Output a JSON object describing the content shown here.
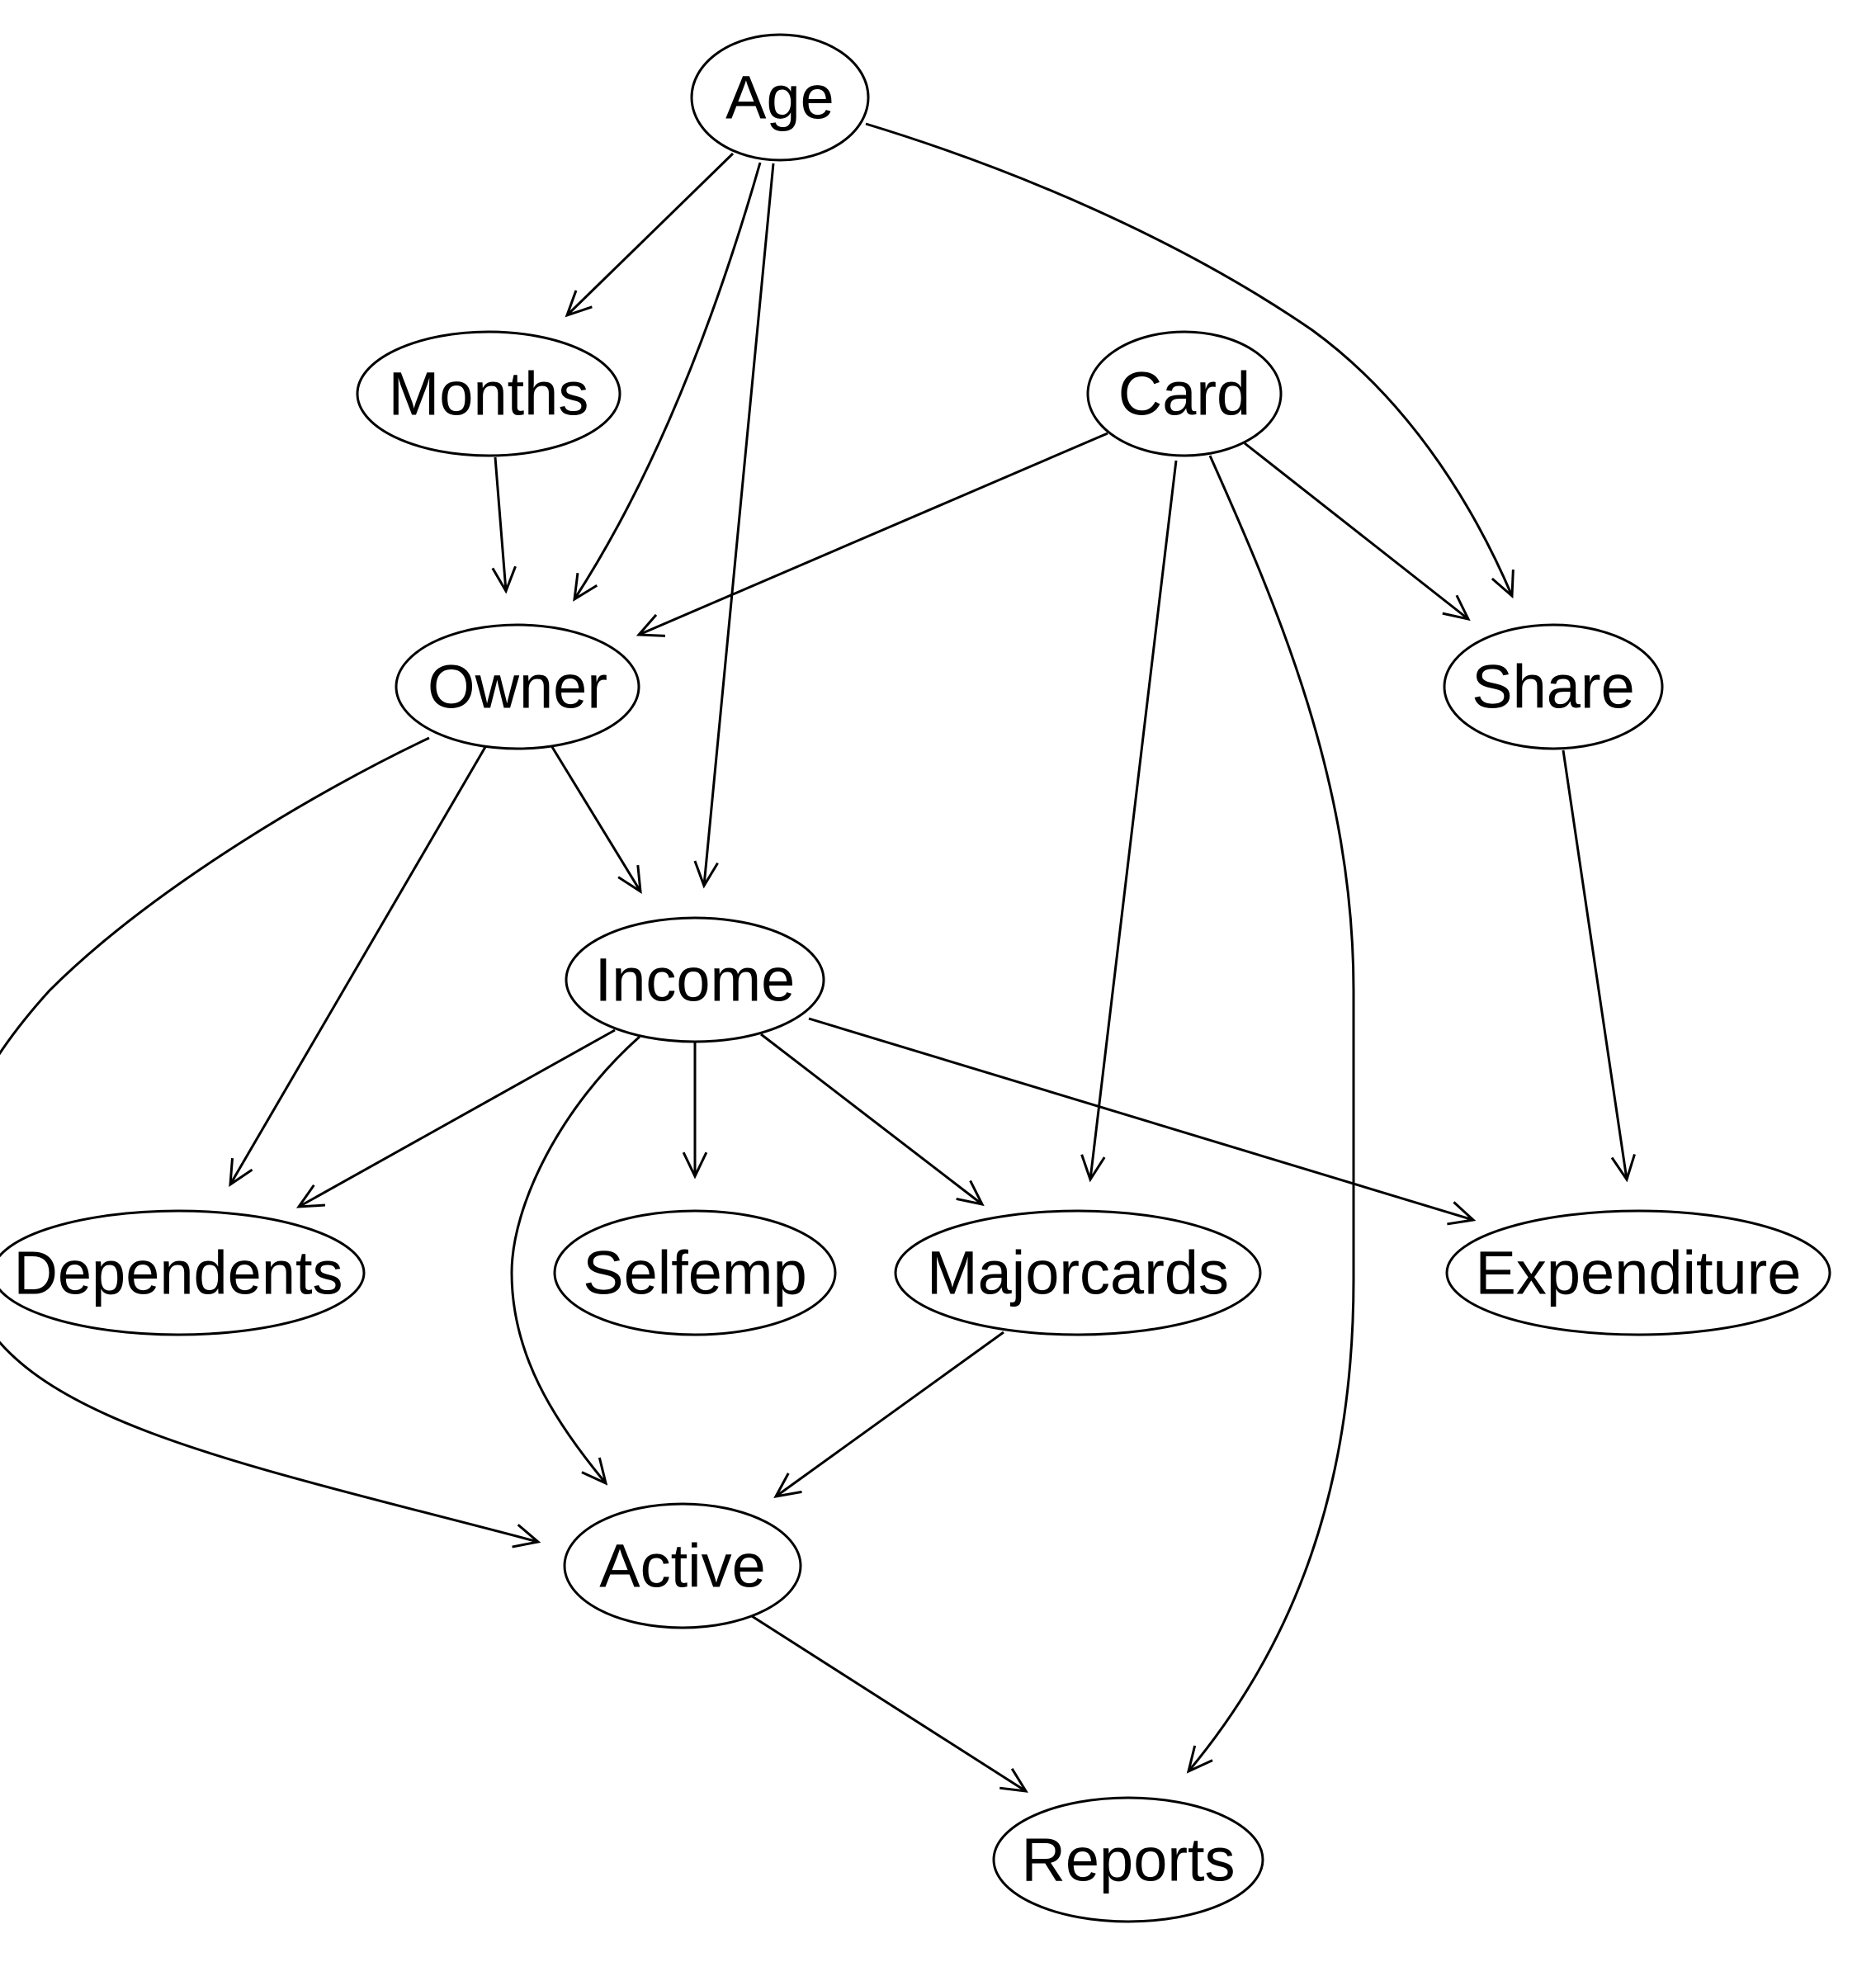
{
  "nodes": [
    {
      "id": "age",
      "label": "Age"
    },
    {
      "id": "months",
      "label": "Months"
    },
    {
      "id": "card",
      "label": "Card"
    },
    {
      "id": "owner",
      "label": "Owner"
    },
    {
      "id": "share",
      "label": "Share"
    },
    {
      "id": "income",
      "label": "Income"
    },
    {
      "id": "dependents",
      "label": "Dependents"
    },
    {
      "id": "selfemp",
      "label": "Selfemp"
    },
    {
      "id": "majorcards",
      "label": "Majorcards"
    },
    {
      "id": "expenditure",
      "label": "Expenditure"
    },
    {
      "id": "active",
      "label": "Active"
    },
    {
      "id": "reports",
      "label": "Reports"
    }
  ],
  "edges": [
    {
      "from": "age",
      "to": "months"
    },
    {
      "from": "age",
      "to": "owner"
    },
    {
      "from": "age",
      "to": "income"
    },
    {
      "from": "age",
      "to": "share"
    },
    {
      "from": "months",
      "to": "owner"
    },
    {
      "from": "card",
      "to": "owner"
    },
    {
      "from": "card",
      "to": "majorcards"
    },
    {
      "from": "card",
      "to": "reports"
    },
    {
      "from": "card",
      "to": "share"
    },
    {
      "from": "owner",
      "to": "active"
    },
    {
      "from": "owner",
      "to": "dependents"
    },
    {
      "from": "owner",
      "to": "income"
    },
    {
      "from": "share",
      "to": "expenditure"
    },
    {
      "from": "income",
      "to": "dependents"
    },
    {
      "from": "income",
      "to": "active"
    },
    {
      "from": "income",
      "to": "selfemp"
    },
    {
      "from": "income",
      "to": "majorcards"
    },
    {
      "from": "income",
      "to": "expenditure"
    },
    {
      "from": "majorcards",
      "to": "active"
    },
    {
      "from": "active",
      "to": "reports"
    }
  ]
}
